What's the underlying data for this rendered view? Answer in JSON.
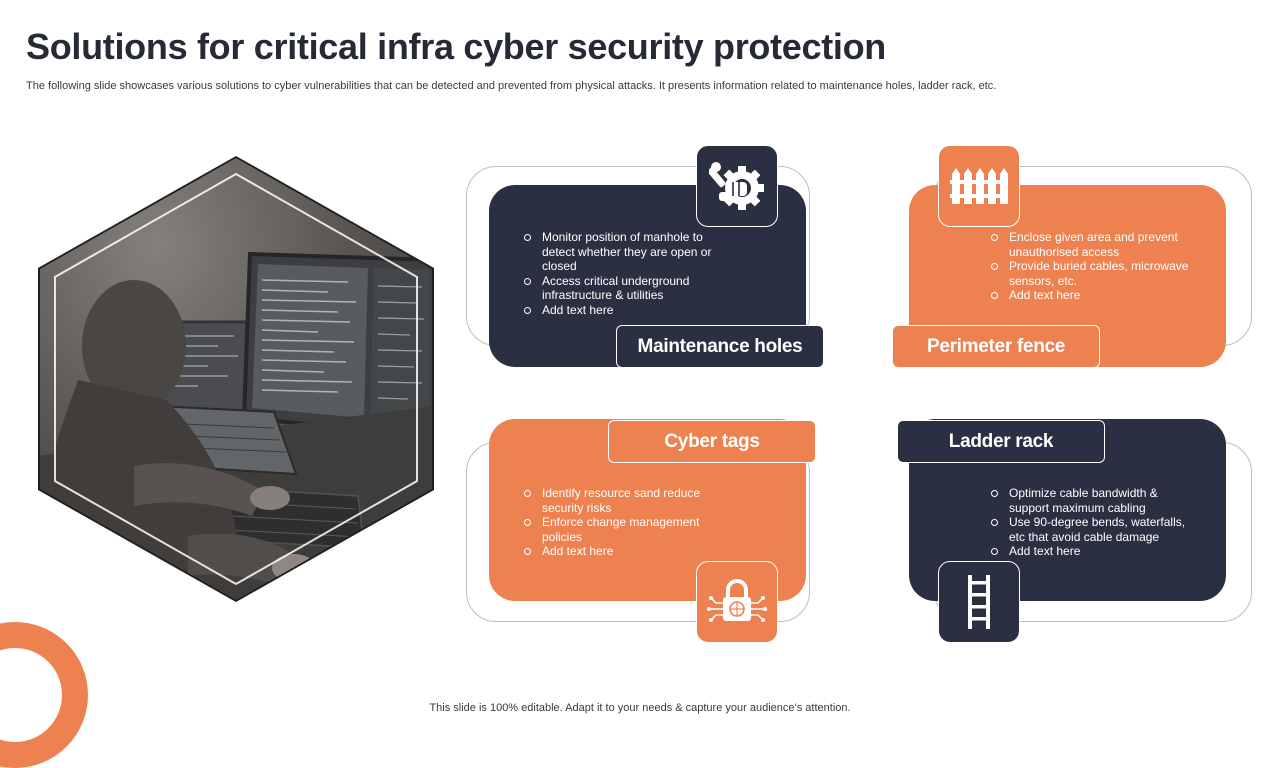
{
  "title": "Solutions for critical infra cyber security protection",
  "subtitle": "The following slide showcases various solutions to cyber vulnerabilities that can be detected and prevented from physical attacks. It presents information related to maintenance holes, ladder rack, etc.",
  "footer": "This slide is 100% editable. Adapt it to your needs & capture your audience’s attention.",
  "colors": {
    "navy": "#2b2f42",
    "orange": "#ee8150",
    "title": "#262a36"
  },
  "image": {
    "icon": "hacker-at-computer-photo"
  },
  "cards": [
    {
      "label": "Maintenance holes",
      "icon": "wrench-gear-hand-icon",
      "bullets": [
        "Monitor position of manhole to detect whether they are open or closed",
        "Access critical underground infrastructure & utilities",
        "Add text here"
      ]
    },
    {
      "label": "Perimeter fence",
      "icon": "fence-icon",
      "bullets": [
        "Enclose given area and prevent unauthorised access",
        "Provide buried cables, microwave sensors, etc.",
        "Add text here"
      ]
    },
    {
      "label": "Cyber tags",
      "icon": "padlock-circuit-icon",
      "bullets": [
        "Identify resource sand reduce security risks",
        "Enforce change management policies",
        "Add text here"
      ]
    },
    {
      "label": "Ladder rack",
      "icon": "ladder-icon",
      "bullets": [
        "Optimize cable bandwidth & support maximum cabling",
        "Use 90-degree bends, waterfalls, etc that avoid cable damage",
        "Add text here"
      ]
    }
  ]
}
